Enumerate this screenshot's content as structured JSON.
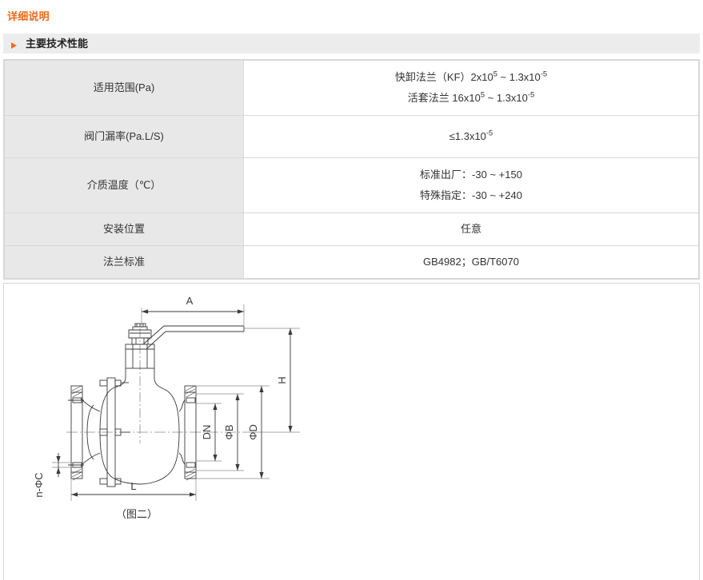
{
  "page": {
    "title": "详细说明"
  },
  "section": {
    "arrow_icon": "triangle-right-icon",
    "title": "主要技术性能",
    "accent_color": "#ee6c20"
  },
  "spec_table": {
    "rows": [
      {
        "label": "适用范围(Pa)",
        "values": [
          "快卸法兰（KF）2x10^5 ~ 1.3x10^-5",
          "活套法兰 16x10^5 ~ 1.3x10^-5"
        ],
        "value_parts": [
          {
            "pre": "快卸法兰（KF）2x10",
            "sup1": "5",
            "mid": " ~ 1.3x10",
            "sup2": "-5"
          },
          {
            "pre": "活套法兰 16x10",
            "sup1": "5",
            "mid": " ~ 1.3x10",
            "sup2": "-5"
          }
        ]
      },
      {
        "label": "阀门漏率(Pa.L/S)",
        "values": [
          "≤1.3x10^-5"
        ],
        "value_parts": [
          {
            "pre": "≤1.3x10",
            "sup1": "-5",
            "mid": "",
            "sup2": ""
          }
        ]
      },
      {
        "label": "介质温度（℃）",
        "values": [
          "标准出厂：-30 ~ +150",
          "特殊指定：-30 ~ +240"
        ]
      },
      {
        "label": "安装位置",
        "values": [
          "任意"
        ]
      },
      {
        "label": "法兰标准",
        "values": [
          "GB4982；GB/T6070"
        ]
      }
    ]
  },
  "drawing": {
    "caption": "（图二）",
    "dimension_labels": {
      "a": "A",
      "h": "H",
      "l": "L",
      "dn": "DN",
      "phi_b": "ΦB",
      "phi_d": "ΦD",
      "n_phi_c": "n-ΦC"
    },
    "line_color": "#3a3a3a"
  }
}
